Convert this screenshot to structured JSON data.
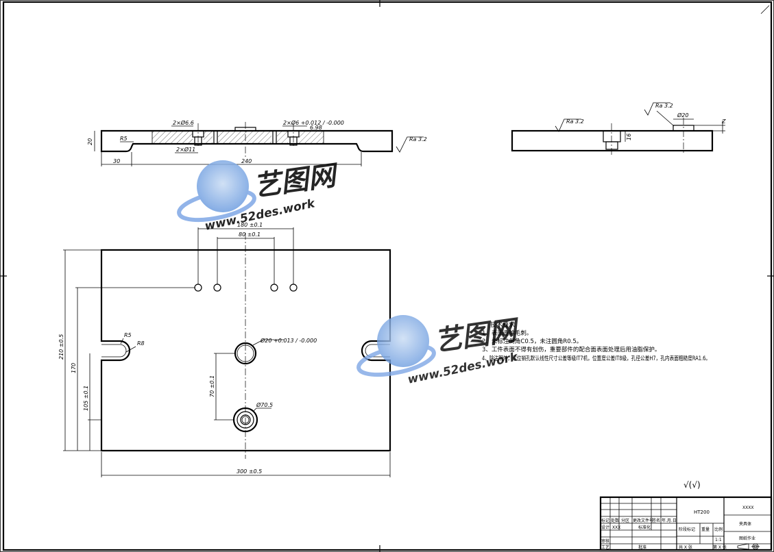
{
  "front_view": {
    "dims": {
      "thickness": "20",
      "fillet": "R5",
      "left_step": "30",
      "slot_length": "240",
      "hole_top_left": "2×Ø6.6",
      "hole_bottom_left": "2×Ø11",
      "hole_pin": "2×Ø6 +0.012 / -0.000",
      "hole_pin_depth": "6.98",
      "roughness": "Ra 3.2"
    }
  },
  "side_view": {
    "dims": {
      "roughness_left": "Ra 3.2",
      "roughness_top": "Ra 3.2",
      "boss_diameter": "Ø20",
      "boss_height": "16",
      "z_label": "Z"
    }
  },
  "top_view": {
    "dims": {
      "hole_span_outer": "180 ±0.1",
      "hole_span_inner": "80 ±0.1",
      "height_outer": "210 ±0.5",
      "height_mid": "170",
      "height_inner": "105 ±0.1",
      "width": "300 ±0.5",
      "slot_r_outer": "R5",
      "slot_r_inner": "R8",
      "center_hole": "Ø20 +0.013 / -0.000",
      "center_to_lower": "70 ±0.1",
      "lower_hole": "Ø70.5"
    }
  },
  "tech_requirements": {
    "title": "技术要求",
    "items": [
      "1、表面遗除毛刺。",
      "2、未标注倒角C0.5，未注圆角R0.5。",
      "3、工件表面不得有划伤，重要部件的配合面表面处理后用油脂保护。",
      "4、除注明外，定位销孔默认线性尺寸公差等级IT7机，位置度公差IT8级，孔径公差H7，孔内表面粗糙度RA1.6。"
    ]
  },
  "general_roughness": "√(√)",
  "watermark": {
    "brand": "艺图网",
    "url": "www.52des.work"
  },
  "title_block": {
    "material": "HT200",
    "drawing_no": "XXXX",
    "part_name": "夹具体",
    "company": "图纸作业",
    "scale_label": "比例",
    "weight_label": "重量",
    "stage_label": "阶段标记",
    "scale_value": "1:1",
    "sheets": "共 X 张",
    "sheet_no": "第 X 张",
    "row_labels": [
      "标记",
      "处数",
      "分区",
      "更改文件号",
      "签名",
      "年.月.日"
    ],
    "designer_label": "设计",
    "designer_value": "XXX",
    "standard_label": "标准化",
    "review_label": "审核",
    "process_label": "工艺",
    "approve_label": "批准"
  }
}
